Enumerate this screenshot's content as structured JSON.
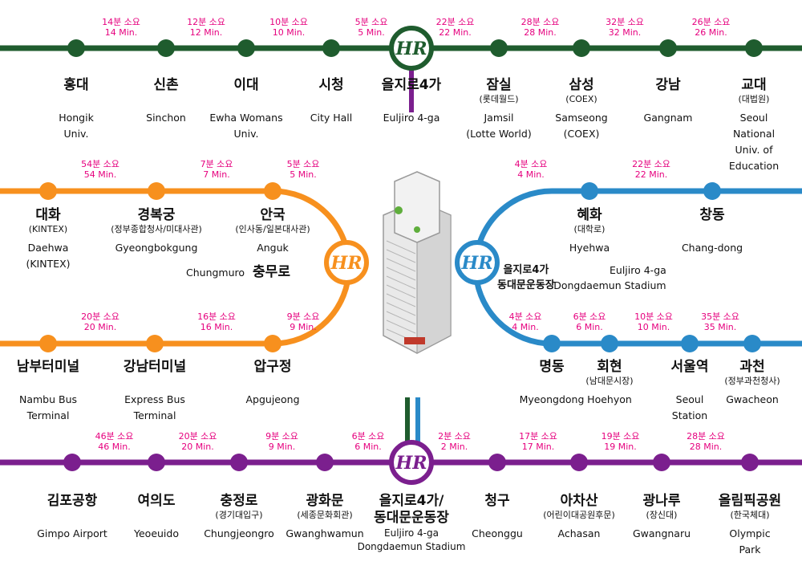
{
  "colors": {
    "green": "#1f5c2e",
    "orange": "#f7901e",
    "blue": "#2a8ac8",
    "purple": "#7b1f8e",
    "time": "#e6007e"
  },
  "logo_text": "HR",
  "top_line": {
    "stations": [
      {
        "ko": "홍대",
        "sub": "",
        "en": "Hongik\nUniv."
      },
      {
        "ko": "신촌",
        "sub": "",
        "en": "Sinchon"
      },
      {
        "ko": "이대",
        "sub": "",
        "en": "Ewha Womans\nUniv."
      },
      {
        "ko": "시청",
        "sub": "",
        "en": "City Hall"
      },
      {
        "ko": "을지로4가",
        "sub": "",
        "en": "Euljiro 4-ga"
      },
      {
        "ko": "잠실",
        "sub": "(롯데월드)",
        "en": "Jamsil\n(Lotte World)"
      },
      {
        "ko": "삼성",
        "sub": "(COEX)",
        "en": "Samseong\n(COEX)"
      },
      {
        "ko": "강남",
        "sub": "",
        "en": "Gangnam"
      },
      {
        "ko": "교대",
        "sub": "(대법원)",
        "en": "Seoul National\nUniv. of Education"
      }
    ],
    "times": [
      {
        "ko": "14분 소요",
        "en": "14 Min."
      },
      {
        "ko": "12분 소요",
        "en": "12 Min."
      },
      {
        "ko": "10분 소요",
        "en": "10 Min."
      },
      {
        "ko": "5분 소요",
        "en": "5 Min."
      },
      {
        "ko": "22분 소요",
        "en": "22 Min."
      },
      {
        "ko": "28분 소요",
        "en": "28 Min."
      },
      {
        "ko": "32분 소요",
        "en": "32 Min."
      },
      {
        "ko": "26분 소요",
        "en": "26 Min."
      }
    ]
  },
  "orange_line": {
    "upper_stations": [
      {
        "ko": "대화",
        "sub": "(KINTEX)",
        "en": "Daehwa\n(KINTEX)"
      },
      {
        "ko": "경복궁",
        "sub": "(정부종합청사/미대사관)",
        "en": "Gyeongbokgung"
      },
      {
        "ko": "안국",
        "sub": "(인사동/일본대사관)",
        "en": "Anguk"
      }
    ],
    "upper_times": [
      {
        "ko": "54분 소요",
        "en": "54 Min."
      },
      {
        "ko": "7분 소요",
        "en": "7 Min."
      },
      {
        "ko": "5분 소요",
        "en": "5 Min."
      }
    ],
    "hub": {
      "en": "Chungmuro",
      "ko": "충무로"
    },
    "lower_stations": [
      {
        "ko": "남부터미널",
        "sub": "",
        "en": "Nambu Bus\nTerminal"
      },
      {
        "ko": "강남터미널",
        "sub": "",
        "en": "Express Bus\nTerminal"
      },
      {
        "ko": "압구정",
        "sub": "",
        "en": "Apgujeong"
      }
    ],
    "lower_times": [
      {
        "ko": "20분 소요",
        "en": "20 Min."
      },
      {
        "ko": "16분 소요",
        "en": "16 Min."
      },
      {
        "ko": "9분 소요",
        "en": "9 Min."
      }
    ]
  },
  "blue_line": {
    "upper_stations": [
      {
        "ko": "혜화",
        "sub": "(대학로)",
        "en": "Hyehwa"
      },
      {
        "ko": "창동",
        "sub": "",
        "en": "Chang-dong"
      }
    ],
    "upper_times": [
      {
        "ko": "4분 소요",
        "en": "4 Min."
      },
      {
        "ko": "22분 소요",
        "en": "22 Min."
      }
    ],
    "hub": {
      "ko_line1": "을지로4가",
      "ko_line2": "동대문운동장",
      "en_line1": "Euljiro 4-ga",
      "en_line2": "Dongdaemun Stadium"
    },
    "lower_stations": [
      {
        "ko": "명동",
        "sub": "",
        "en": "Myeongdong"
      },
      {
        "ko": "회현",
        "sub": "(남대문시장)",
        "en": "Hoehyon"
      },
      {
        "ko": "서울역",
        "sub": "",
        "en": "Seoul\nStation"
      },
      {
        "ko": "과천",
        "sub": "(정부과천청사)",
        "en": "Gwacheon"
      }
    ],
    "lower_times": [
      {
        "ko": "4분 소요",
        "en": "4 Min."
      },
      {
        "ko": "6분 소요",
        "en": "6 Min."
      },
      {
        "ko": "10분 소요",
        "en": "10 Min."
      },
      {
        "ko": "35분 소요",
        "en": "35 Min."
      }
    ]
  },
  "purple_line": {
    "stations": [
      {
        "ko": "김포공항",
        "sub": "",
        "en": "Gimpo Airport"
      },
      {
        "ko": "여의도",
        "sub": "",
        "en": "Yeoeuido"
      },
      {
        "ko": "충정로",
        "sub": "(경기대입구)",
        "en": "Chungjeongro"
      },
      {
        "ko": "광화문",
        "sub": "(세종문화회관)",
        "en": "Gwanghwamun"
      },
      {
        "ko": "을지로4가/\n동대문운동장",
        "sub": "",
        "en": "Euljiro 4-ga\nDongdaemun Stadium"
      },
      {
        "ko": "청구",
        "sub": "",
        "en": "Cheonggu"
      },
      {
        "ko": "아차산",
        "sub": "(어린이대공원후문)",
        "en": "Achasan"
      },
      {
        "ko": "광나루",
        "sub": "(장신대)",
        "en": "Gwangnaru"
      },
      {
        "ko": "올림픽공원",
        "sub": "(한국체대)",
        "en": "Olympic Park"
      }
    ],
    "times": [
      {
        "ko": "46분 소요",
        "en": "46 Min."
      },
      {
        "ko": "20분 소요",
        "en": "20 Min."
      },
      {
        "ko": "9분 소요",
        "en": "9 Min."
      },
      {
        "ko": "6분 소요",
        "en": "6 Min."
      },
      {
        "ko": "2분 소요",
        "en": "2 Min."
      },
      {
        "ko": "17분 소요",
        "en": "17 Min."
      },
      {
        "ko": "19분 소요",
        "en": "19 Min."
      },
      {
        "ko": "28분 소요",
        "en": "28 Min."
      }
    ]
  }
}
